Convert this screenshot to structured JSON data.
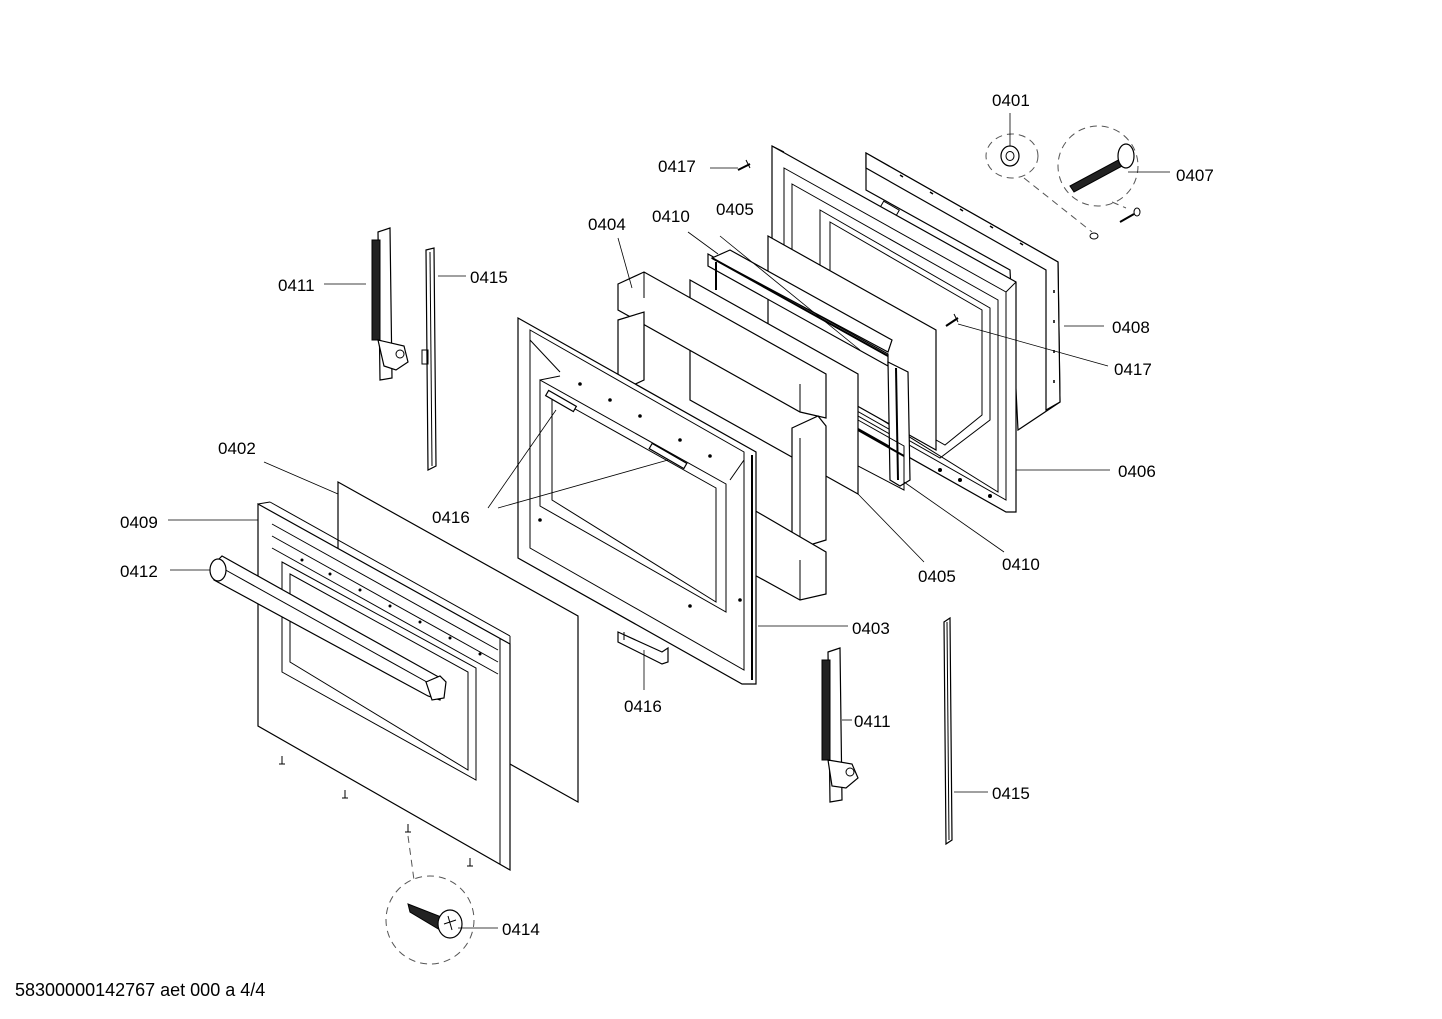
{
  "diagram": {
    "footer_code": "58300000142767 aet 000 a 4/4",
    "callouts": {
      "c0401": "0401",
      "c0402": "0402",
      "c0403": "0403",
      "c0404": "0404",
      "c0405_top": "0405",
      "c0405_bottom": "0405",
      "c0406": "0406",
      "c0407": "0407",
      "c0408": "0408",
      "c0409": "0409",
      "c0410_top": "0410",
      "c0410_bottom": "0410",
      "c0411_left": "0411",
      "c0411_right": "0411",
      "c0412": "0412",
      "c0414": "0414",
      "c0415_left": "0415",
      "c0415_right": "0415",
      "c0416_center": "0416",
      "c0416_bottom": "0416",
      "c0417_top": "0417",
      "c0417_right": "0417"
    }
  }
}
